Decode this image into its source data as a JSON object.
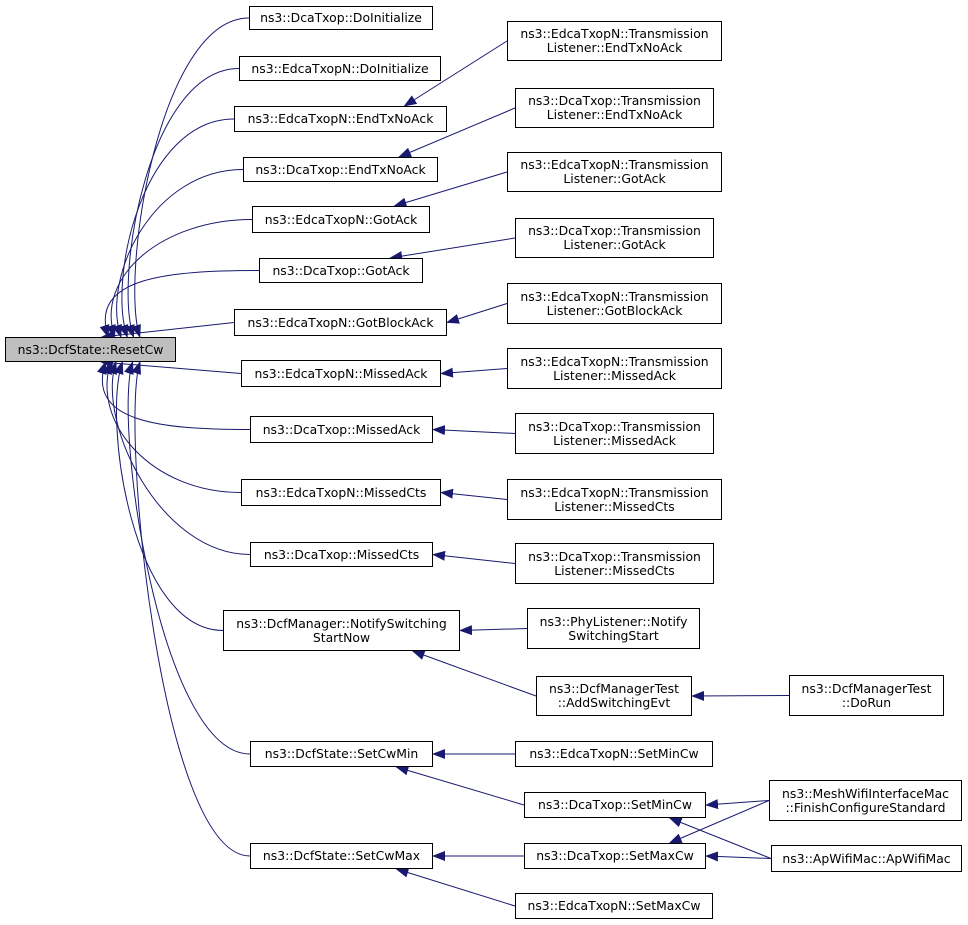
{
  "graph": {
    "edge_color": "#191970",
    "root_fill": "#bfbfbf",
    "nodes": {
      "root": {
        "lines": [
          "ns3::DcfState::ResetCw"
        ]
      },
      "n1": {
        "lines": [
          "ns3::DcaTxop::DoInitialize"
        ]
      },
      "n2": {
        "lines": [
          "ns3::EdcaTxopN::DoInitialize"
        ]
      },
      "n3": {
        "lines": [
          "ns3::EdcaTxopN::EndTxNoAck"
        ]
      },
      "n4": {
        "lines": [
          "ns3::DcaTxop::EndTxNoAck"
        ]
      },
      "n5": {
        "lines": [
          "ns3::EdcaTxopN::GotAck"
        ]
      },
      "n6": {
        "lines": [
          "ns3::DcaTxop::GotAck"
        ]
      },
      "n7": {
        "lines": [
          "ns3::EdcaTxopN::GotBlockAck"
        ]
      },
      "n8": {
        "lines": [
          "ns3::EdcaTxopN::MissedAck"
        ]
      },
      "n9": {
        "lines": [
          "ns3::DcaTxop::MissedAck"
        ]
      },
      "n10": {
        "lines": [
          "ns3::EdcaTxopN::MissedCts"
        ]
      },
      "n11": {
        "lines": [
          "ns3::DcaTxop::MissedCts"
        ]
      },
      "n12": {
        "lines": [
          "ns3::DcfManager::NotifySwitching",
          "StartNow"
        ]
      },
      "n13": {
        "lines": [
          "ns3::DcfState::SetCwMin"
        ]
      },
      "n14": {
        "lines": [
          "ns3::DcfState::SetCwMax"
        ]
      },
      "t1": {
        "lines": [
          "ns3::EdcaTxopN::Transmission",
          "Listener::EndTxNoAck"
        ]
      },
      "t2": {
        "lines": [
          "ns3::DcaTxop::Transmission",
          "Listener::EndTxNoAck"
        ]
      },
      "t3": {
        "lines": [
          "ns3::EdcaTxopN::Transmission",
          "Listener::GotAck"
        ]
      },
      "t4": {
        "lines": [
          "ns3::DcaTxop::Transmission",
          "Listener::GotAck"
        ]
      },
      "t5": {
        "lines": [
          "ns3::EdcaTxopN::Transmission",
          "Listener::GotBlockAck"
        ]
      },
      "t6": {
        "lines": [
          "ns3::EdcaTxopN::Transmission",
          "Listener::MissedAck"
        ]
      },
      "t7": {
        "lines": [
          "ns3::DcaTxop::Transmission",
          "Listener::MissedAck"
        ]
      },
      "t8": {
        "lines": [
          "ns3::EdcaTxopN::Transmission",
          "Listener::MissedCts"
        ]
      },
      "t9": {
        "lines": [
          "ns3::DcaTxop::Transmission",
          "Listener::MissedCts"
        ]
      },
      "p1": {
        "lines": [
          "ns3::PhyListener::Notify",
          "SwitchingStart"
        ]
      },
      "p2": {
        "lines": [
          "ns3::DcfManagerTest",
          "::AddSwitchingEvt"
        ]
      },
      "p3": {
        "lines": [
          "ns3::DcfManagerTest",
          "::DoRun"
        ]
      },
      "m1": {
        "lines": [
          "ns3::EdcaTxopN::SetMinCw"
        ]
      },
      "m2": {
        "lines": [
          "ns3::DcaTxop::SetMinCw"
        ]
      },
      "m3": {
        "lines": [
          "ns3::DcaTxop::SetMaxCw"
        ]
      },
      "m4": {
        "lines": [
          "ns3::EdcaTxopN::SetMaxCw"
        ]
      },
      "w1": {
        "lines": [
          "ns3::MeshWifiInterfaceMac",
          "::FinishConfigureStandard"
        ]
      },
      "w2": {
        "lines": [
          "ns3::ApWifiMac::ApWifiMac"
        ]
      }
    },
    "edges": [
      [
        "n1",
        "root"
      ],
      [
        "n2",
        "root"
      ],
      [
        "n3",
        "root"
      ],
      [
        "n4",
        "root"
      ],
      [
        "n5",
        "root"
      ],
      [
        "n6",
        "root"
      ],
      [
        "n7",
        "root"
      ],
      [
        "n8",
        "root"
      ],
      [
        "n9",
        "root"
      ],
      [
        "n10",
        "root"
      ],
      [
        "n11",
        "root"
      ],
      [
        "n12",
        "root"
      ],
      [
        "n13",
        "root"
      ],
      [
        "n14",
        "root"
      ],
      [
        "t1",
        "n3"
      ],
      [
        "t2",
        "n4"
      ],
      [
        "t3",
        "n5"
      ],
      [
        "t4",
        "n6"
      ],
      [
        "t5",
        "n7"
      ],
      [
        "t6",
        "n8"
      ],
      [
        "t7",
        "n9"
      ],
      [
        "t8",
        "n10"
      ],
      [
        "t9",
        "n11"
      ],
      [
        "p1",
        "n12"
      ],
      [
        "p2",
        "n12"
      ],
      [
        "p3",
        "p2"
      ],
      [
        "m1",
        "n13"
      ],
      [
        "m2",
        "n13"
      ],
      [
        "m3",
        "n14"
      ],
      [
        "m4",
        "n14"
      ],
      [
        "w1",
        "m2"
      ],
      [
        "w2",
        "m2"
      ],
      [
        "w1",
        "m3"
      ],
      [
        "w2",
        "m3"
      ]
    ]
  }
}
